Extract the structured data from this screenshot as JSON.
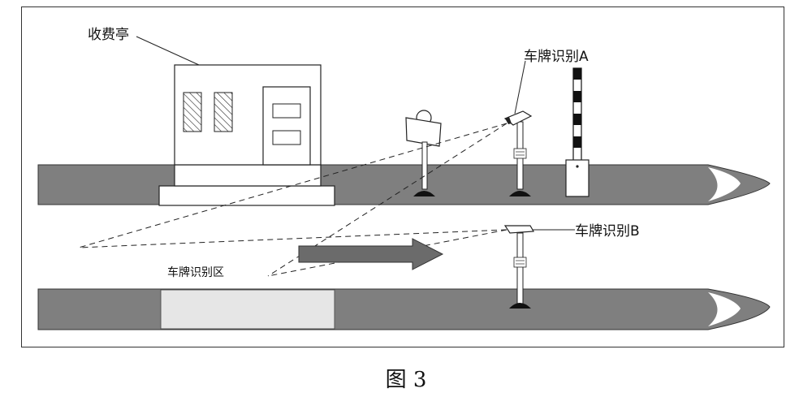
{
  "labels": {
    "booth": "收费亭",
    "camera_a": "车牌识别A",
    "camera_b": "车牌识别B",
    "zone": "车牌识别区"
  },
  "caption": "图 3"
}
